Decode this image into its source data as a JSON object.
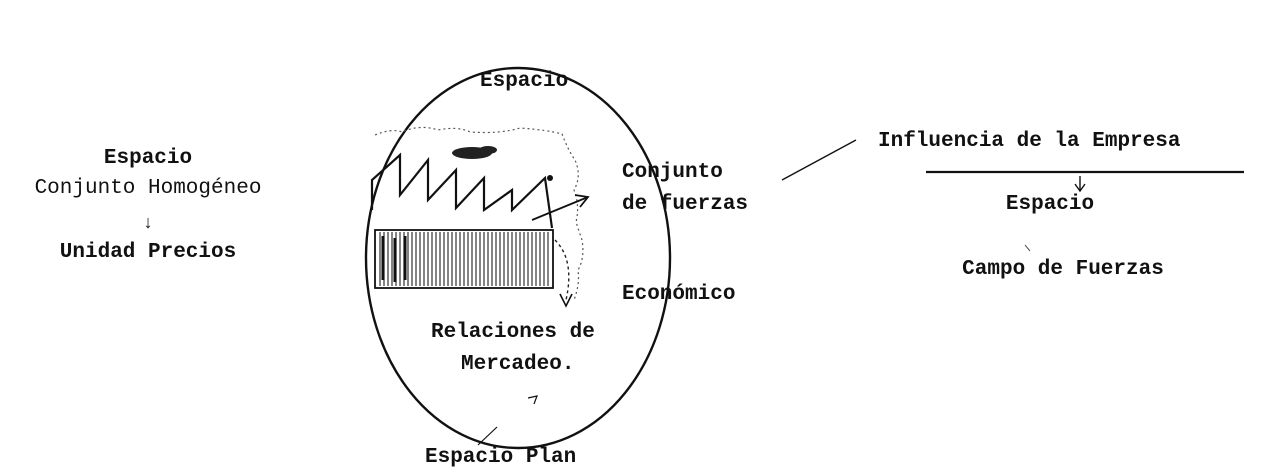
{
  "left": {
    "line1": "Espacio",
    "line2": "Conjunto Homogéneo",
    "arrow": "↓",
    "line3": "Unidad Precios"
  },
  "circle": {
    "top": "Espacio",
    "forces_line1": "Conjunto",
    "forces_line2": "de fuerzas",
    "economic": "Económico",
    "relations_line1": "Relaciones de",
    "relations_line2": "Mercadeo.",
    "bottom": "Espacio Plan"
  },
  "right": {
    "fraction_top": "Influencia de la Empresa",
    "fraction_bottom": "Espacio",
    "field": "Campo de Fuerzas"
  }
}
